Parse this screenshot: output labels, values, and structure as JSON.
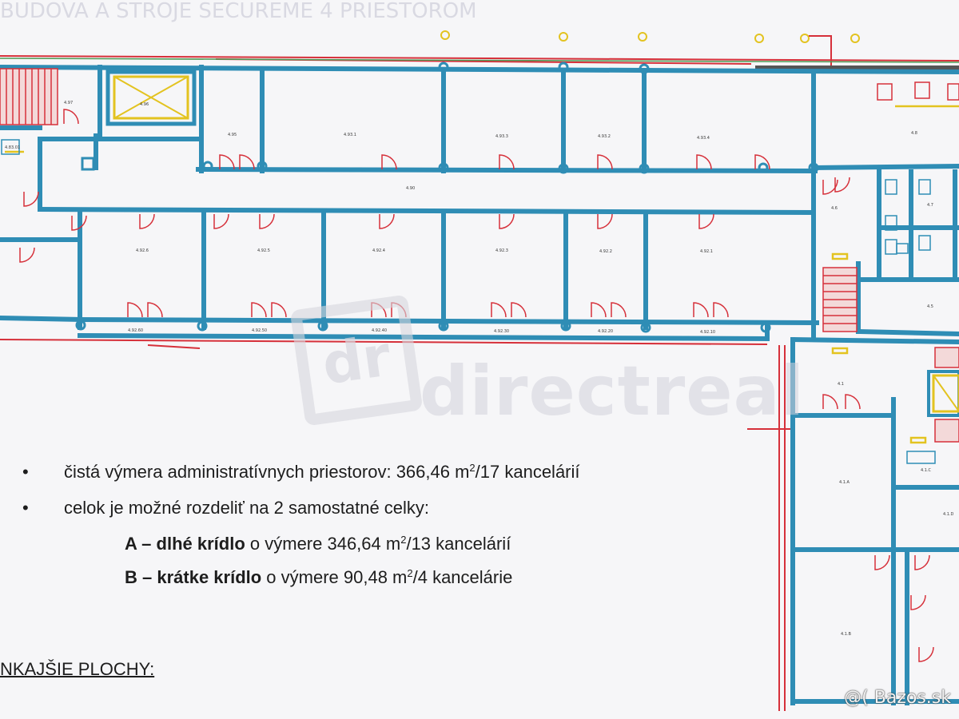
{
  "plan": {
    "top_header_text": "...",
    "room_labels": {
      "north_0": "4.95",
      "north_1": "4.93.1",
      "north_2": "4.93.3",
      "north_3": "4.93.2",
      "north_4": "4.93.4",
      "north_5": "4.8",
      "stair_left": "4.97",
      "lift": "4.96",
      "wc_left": "4.83.01",
      "corridor": "4.90",
      "south_0": "4.92.6",
      "south_1": "4.92.5",
      "south_2": "4.92.4",
      "south_3": "4.92.3",
      "south_4": "4.92.2",
      "south_5": "4.92.1",
      "strip_0": "4.92.60",
      "strip_1": "4.92.50",
      "strip_2": "4.92.40",
      "strip_3": "4.92.30",
      "strip_4": "4.92.20",
      "strip_5": "4.92.10",
      "hall_6": "4.6",
      "wc_7": "4.7",
      "wc_5": "4.5",
      "east_41": "4.1",
      "east_41a": "4.1.A",
      "east_41b": "4.1.B",
      "east_41c": "4.1.C",
      "east_41d": "4.1.D"
    }
  },
  "watermark": {
    "logo": "dr",
    "text": "directreal"
  },
  "bullets": {
    "line1_pre": "čistá výmera administratívnych priestorov: 366,46 m",
    "line1_sup": "2",
    "line1_post": "/17 kancelárií",
    "line2": "celok je možné rozdeliť na 2 samostatné celky:",
    "subA_bold": "A – dlhé krídlo",
    "subA_pre": " o výmere 346,64 m",
    "subA_sup": "2",
    "subA_post": "/13 kancelárií",
    "subB_bold": "B – krátke krídlo",
    "subB_pre": " o výmere 90,48 m",
    "subB_sup": "2",
    "subB_post": "/4 kancelárie"
  },
  "section_heading": "NKAJŠIE PLOCHY:",
  "corner_watermark": "@( Bazos.sk",
  "colors": {
    "wall": "#2f8db5",
    "exterior_red": "#d6303a",
    "yellow": "#e3c320",
    "text": "#1d1d1d"
  }
}
